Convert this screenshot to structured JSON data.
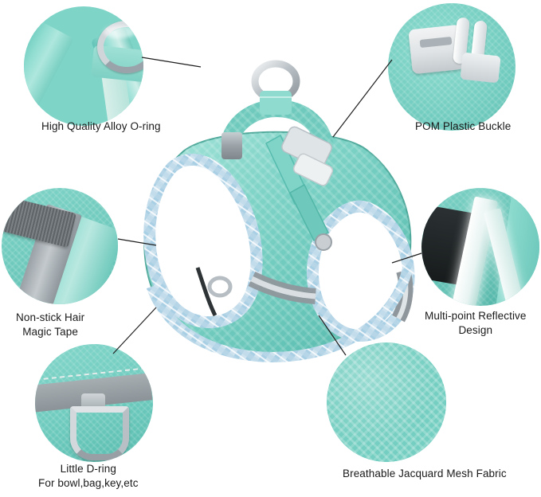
{
  "image": {
    "subject": "teal dog harness with feature callouts",
    "background_color": "#ffffff",
    "accent_color": "#6ecabd"
  },
  "callouts": [
    {
      "id": "o-ring",
      "label": "High Quality Alloy O-ring",
      "detail_icon": "o-ring-detail-bubble"
    },
    {
      "id": "buckle",
      "label": "POM Plastic Buckle",
      "detail_icon": "buckle-detail-bubble"
    },
    {
      "id": "magic-tape",
      "label": "Non-stick Hair\nMagic Tape",
      "detail_icon": "magic-tape-detail-bubble"
    },
    {
      "id": "reflective",
      "label": "Multi-point Reflective\nDesign",
      "detail_icon": "reflective-detail-bubble"
    },
    {
      "id": "d-ring",
      "label": "Little D-ring\nFor bowl,bag,key,etc",
      "detail_icon": "d-ring-detail-bubble"
    },
    {
      "id": "mesh-fabric",
      "label": "Breathable Jacquard Mesh Fabric",
      "detail_icon": "mesh-fabric-detail-bubble"
    }
  ]
}
